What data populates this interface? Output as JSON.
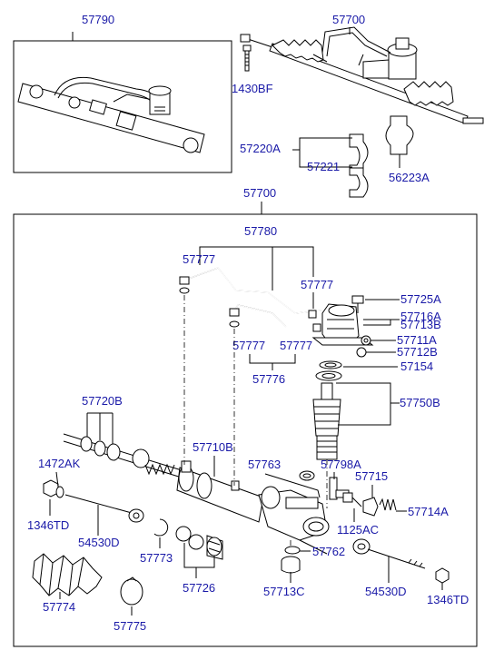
{
  "labels": {
    "l57790": "57790",
    "l57700_top": "57700",
    "l1430BF": "1430BF",
    "l57220A": "57220A",
    "l57221": "57221",
    "l56223A": "56223A",
    "l57700_mid": "57700",
    "l57780": "57780",
    "l57777_a": "57777",
    "l57777_b": "57777",
    "l57777_c": "57777",
    "l57777_d": "57777",
    "l57725A": "57725A",
    "l57716A": "57716A",
    "l57713B": "57713B",
    "l57711A": "57711A",
    "l57712B": "57712B",
    "l57776": "57776",
    "l57154": "57154",
    "l57750B": "57750B",
    "l57720B": "57720B",
    "l57710B": "57710B",
    "l1472AK": "1472AK",
    "l57763": "57763",
    "l57798A": "57798A",
    "l57715": "57715",
    "l1346TD_l": "1346TD",
    "l57714A": "57714A",
    "l1125AC": "1125AC",
    "l54530D_l": "54530D",
    "l57773": "57773",
    "l57762": "57762",
    "l57774": "57774",
    "l57726": "57726",
    "l57713C": "57713C",
    "l54530D_r": "54530D",
    "l1346TD_r": "1346TD",
    "l57775": "57775"
  },
  "colors": {
    "label": "#1a1aa8",
    "line": "#000000",
    "background": "#ffffff"
  }
}
